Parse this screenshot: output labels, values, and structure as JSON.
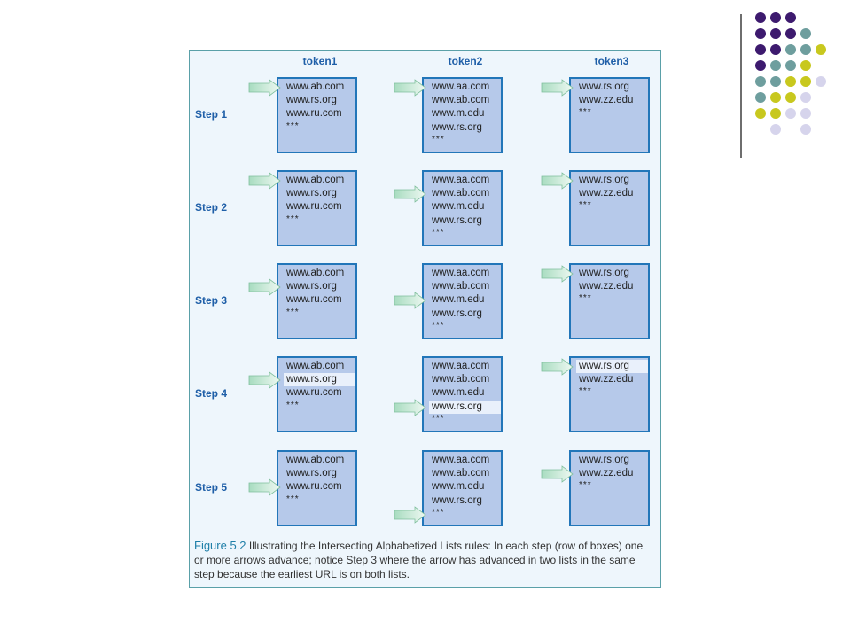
{
  "columns": [
    "token1",
    "token2",
    "token3"
  ],
  "steps": [
    {
      "label": "Step 1",
      "boxes": [
        {
          "urls": [
            "www.ab.com",
            "www.rs.org",
            "www.ru.com"
          ],
          "stars": "***",
          "arrow_index": 0,
          "highlight": -1
        },
        {
          "urls": [
            "www.aa.com",
            "www.ab.com",
            "www.m.edu",
            "www.rs.org"
          ],
          "stars": "***",
          "arrow_index": 0,
          "highlight": -1
        },
        {
          "urls": [
            "www.rs.org",
            "www.zz.edu"
          ],
          "stars": "***",
          "arrow_index": 0,
          "highlight": -1
        }
      ]
    },
    {
      "label": "Step 2",
      "boxes": [
        {
          "urls": [
            "www.ab.com",
            "www.rs.org",
            "www.ru.com"
          ],
          "stars": "***",
          "arrow_index": 0,
          "highlight": -1
        },
        {
          "urls": [
            "www.aa.com",
            "www.ab.com",
            "www.m.edu",
            "www.rs.org"
          ],
          "stars": "***",
          "arrow_index": 1,
          "highlight": -1
        },
        {
          "urls": [
            "www.rs.org",
            "www.zz.edu"
          ],
          "stars": "***",
          "arrow_index": 0,
          "highlight": -1
        }
      ]
    },
    {
      "label": "Step 3",
      "boxes": [
        {
          "urls": [
            "www.ab.com",
            "www.rs.org",
            "www.ru.com"
          ],
          "stars": "***",
          "arrow_index": 1,
          "highlight": -1
        },
        {
          "urls": [
            "www.aa.com",
            "www.ab.com",
            "www.m.edu",
            "www.rs.org"
          ],
          "stars": "***",
          "arrow_index": 2,
          "highlight": -1
        },
        {
          "urls": [
            "www.rs.org",
            "www.zz.edu"
          ],
          "stars": "***",
          "arrow_index": 0,
          "highlight": -1
        }
      ]
    },
    {
      "label": "Step 4",
      "boxes": [
        {
          "urls": [
            "www.ab.com",
            "www.rs.org",
            "www.ru.com"
          ],
          "stars": "***",
          "arrow_index": 1,
          "highlight": 1
        },
        {
          "urls": [
            "www.aa.com",
            "www.ab.com",
            "www.m.edu",
            "www.rs.org"
          ],
          "stars": "***",
          "arrow_index": 3,
          "highlight": 3
        },
        {
          "urls": [
            "www.rs.org",
            "www.zz.edu"
          ],
          "stars": "***",
          "arrow_index": 0,
          "highlight": 0
        }
      ]
    },
    {
      "label": "Step 5",
      "boxes": [
        {
          "urls": [
            "www.ab.com",
            "www.rs.org",
            "www.ru.com"
          ],
          "stars": "***",
          "arrow_index": 2,
          "highlight": -1
        },
        {
          "urls": [
            "www.aa.com",
            "www.ab.com",
            "www.m.edu",
            "www.rs.org"
          ],
          "stars": "***",
          "arrow_index": 4,
          "highlight": -1
        },
        {
          "urls": [
            "www.rs.org",
            "www.zz.edu"
          ],
          "stars": "***",
          "arrow_index": 1,
          "highlight": -1
        }
      ]
    }
  ],
  "caption": {
    "figure_label": "Figure 5.2",
    "text": "Illustrating the Intersecting Alphabetized Lists rules: In each step (row of boxes) one or more arrows advance; notice Step 3 where the arrow has advanced in two lists in the same step because the earliest URL is on both lists."
  },
  "colors": {
    "box_fill": "#b6c9ea",
    "box_border": "#2276b9",
    "arrow_fill": "#c8ead8",
    "header_text": "#1f5fa8",
    "dot_purple": "#3d1a6e",
    "dot_teal": "#6e9e9e",
    "dot_yellow": "#c8c81e",
    "dot_lavender": "#d6d4ec"
  },
  "decor_dots": [
    [
      "dot_purple",
      "dot_purple",
      "dot_purple",
      "",
      "",
      ""
    ],
    [
      "dot_purple",
      "dot_purple",
      "dot_purple",
      "dot_teal",
      "",
      ""
    ],
    [
      "dot_purple",
      "dot_purple",
      "dot_teal",
      "dot_teal",
      "dot_yellow",
      ""
    ],
    [
      "dot_purple",
      "dot_teal",
      "dot_teal",
      "dot_yellow",
      "",
      ""
    ],
    [
      "dot_teal",
      "dot_teal",
      "dot_yellow",
      "dot_yellow",
      "dot_lavender",
      ""
    ],
    [
      "dot_teal",
      "dot_yellow",
      "dot_yellow",
      "dot_lavender",
      "",
      ""
    ],
    [
      "dot_yellow",
      "dot_yellow",
      "dot_lavender",
      "dot_lavender",
      "",
      ""
    ],
    [
      "",
      "dot_lavender",
      "",
      "dot_lavender",
      "",
      ""
    ]
  ]
}
